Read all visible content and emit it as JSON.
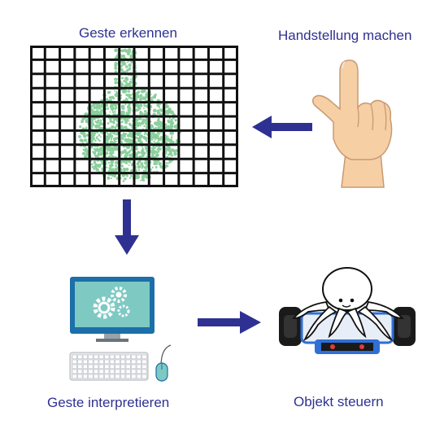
{
  "steps": {
    "recognize": "Geste erkennen",
    "hand_pose": "Handstellung machen",
    "interpret": "Geste interpretieren",
    "control": "Objekt steuern"
  },
  "colors": {
    "label_text": "#2e3192",
    "arrow": "#2e3192",
    "grid_lines": "#111111",
    "gesture_dots": "#2ea84e",
    "monitor": "#1c6fa8",
    "screen": "#7fc9c3",
    "skin": "#f6cfa5",
    "robot_wheels": "#1a1a1a",
    "robot_frame": "#2f6fd6"
  },
  "icons": {
    "grid": "gesture-grid-icon",
    "hand": "pointing-hand-icon",
    "computer": "computer-icon",
    "gears": "gears-icon",
    "keyboard": "keyboard-icon",
    "mouse": "mouse-icon",
    "robot": "robot-car-icon"
  }
}
